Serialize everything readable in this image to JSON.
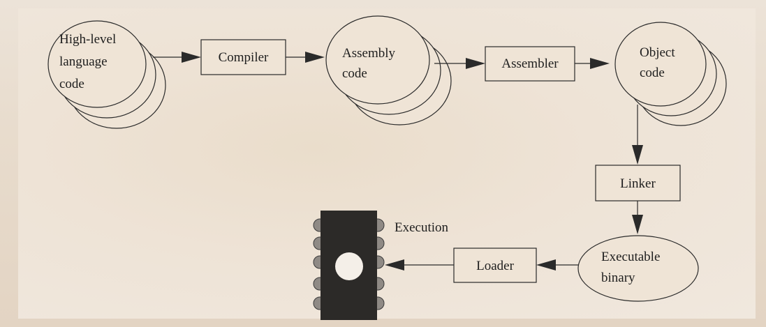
{
  "diagram": {
    "nodes": {
      "source": {
        "lines": [
          "High-level",
          "language",
          "code"
        ],
        "shape": "stacked-ellipse"
      },
      "compiler": {
        "label": "Compiler",
        "shape": "box"
      },
      "assembly": {
        "lines": [
          "Assembly",
          "code"
        ],
        "shape": "stacked-ellipse"
      },
      "assembler": {
        "label": "Assembler",
        "shape": "box"
      },
      "object": {
        "lines": [
          "Object",
          "code"
        ],
        "shape": "stacked-ellipse"
      },
      "linker": {
        "label": "Linker",
        "shape": "box"
      },
      "executable": {
        "lines": [
          "Executable",
          "binary"
        ],
        "shape": "ellipse"
      },
      "loader": {
        "label": "Loader",
        "shape": "box"
      },
      "chip": {
        "label": "Execution",
        "icon": "ic-chip-icon"
      }
    },
    "edges": [
      {
        "from": "source",
        "to": "compiler"
      },
      {
        "from": "compiler",
        "to": "assembly"
      },
      {
        "from": "assembly",
        "to": "assembler"
      },
      {
        "from": "assembler",
        "to": "object"
      },
      {
        "from": "object",
        "to": "linker"
      },
      {
        "from": "linker",
        "to": "executable"
      },
      {
        "from": "executable",
        "to": "loader"
      },
      {
        "from": "loader",
        "to": "chip"
      }
    ],
    "colors": {
      "stroke": "#2a2a2a",
      "fill": "#efe4d6",
      "chip": "#2c2a28",
      "pin": "#8f8a85"
    }
  }
}
